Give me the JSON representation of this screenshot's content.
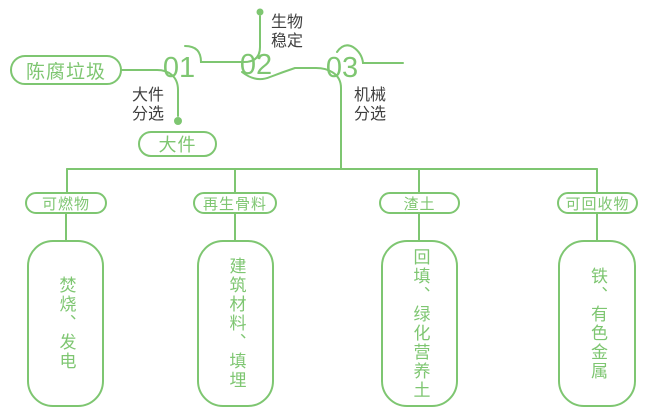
{
  "colors": {
    "accent_green": "#7ec671",
    "label_dark": "#3f3f3f",
    "background": "#ffffff"
  },
  "flow": {
    "source": {
      "label": "陈腐垃圾"
    },
    "steps": [
      {
        "number": "01",
        "process": "大件分选",
        "output": "大件"
      },
      {
        "number": "02",
        "process": "生物稳定"
      },
      {
        "number": "03",
        "process": "机械分选"
      }
    ],
    "branches": [
      {
        "category": "可燃物",
        "disposal": "焚烧、发电"
      },
      {
        "category": "再生骨料",
        "disposal": "建筑材料、填埋"
      },
      {
        "category": "渣土",
        "disposal": "回填、绿化营养土"
      },
      {
        "category": "可回收物",
        "disposal": "铁、有色金属"
      }
    ]
  }
}
